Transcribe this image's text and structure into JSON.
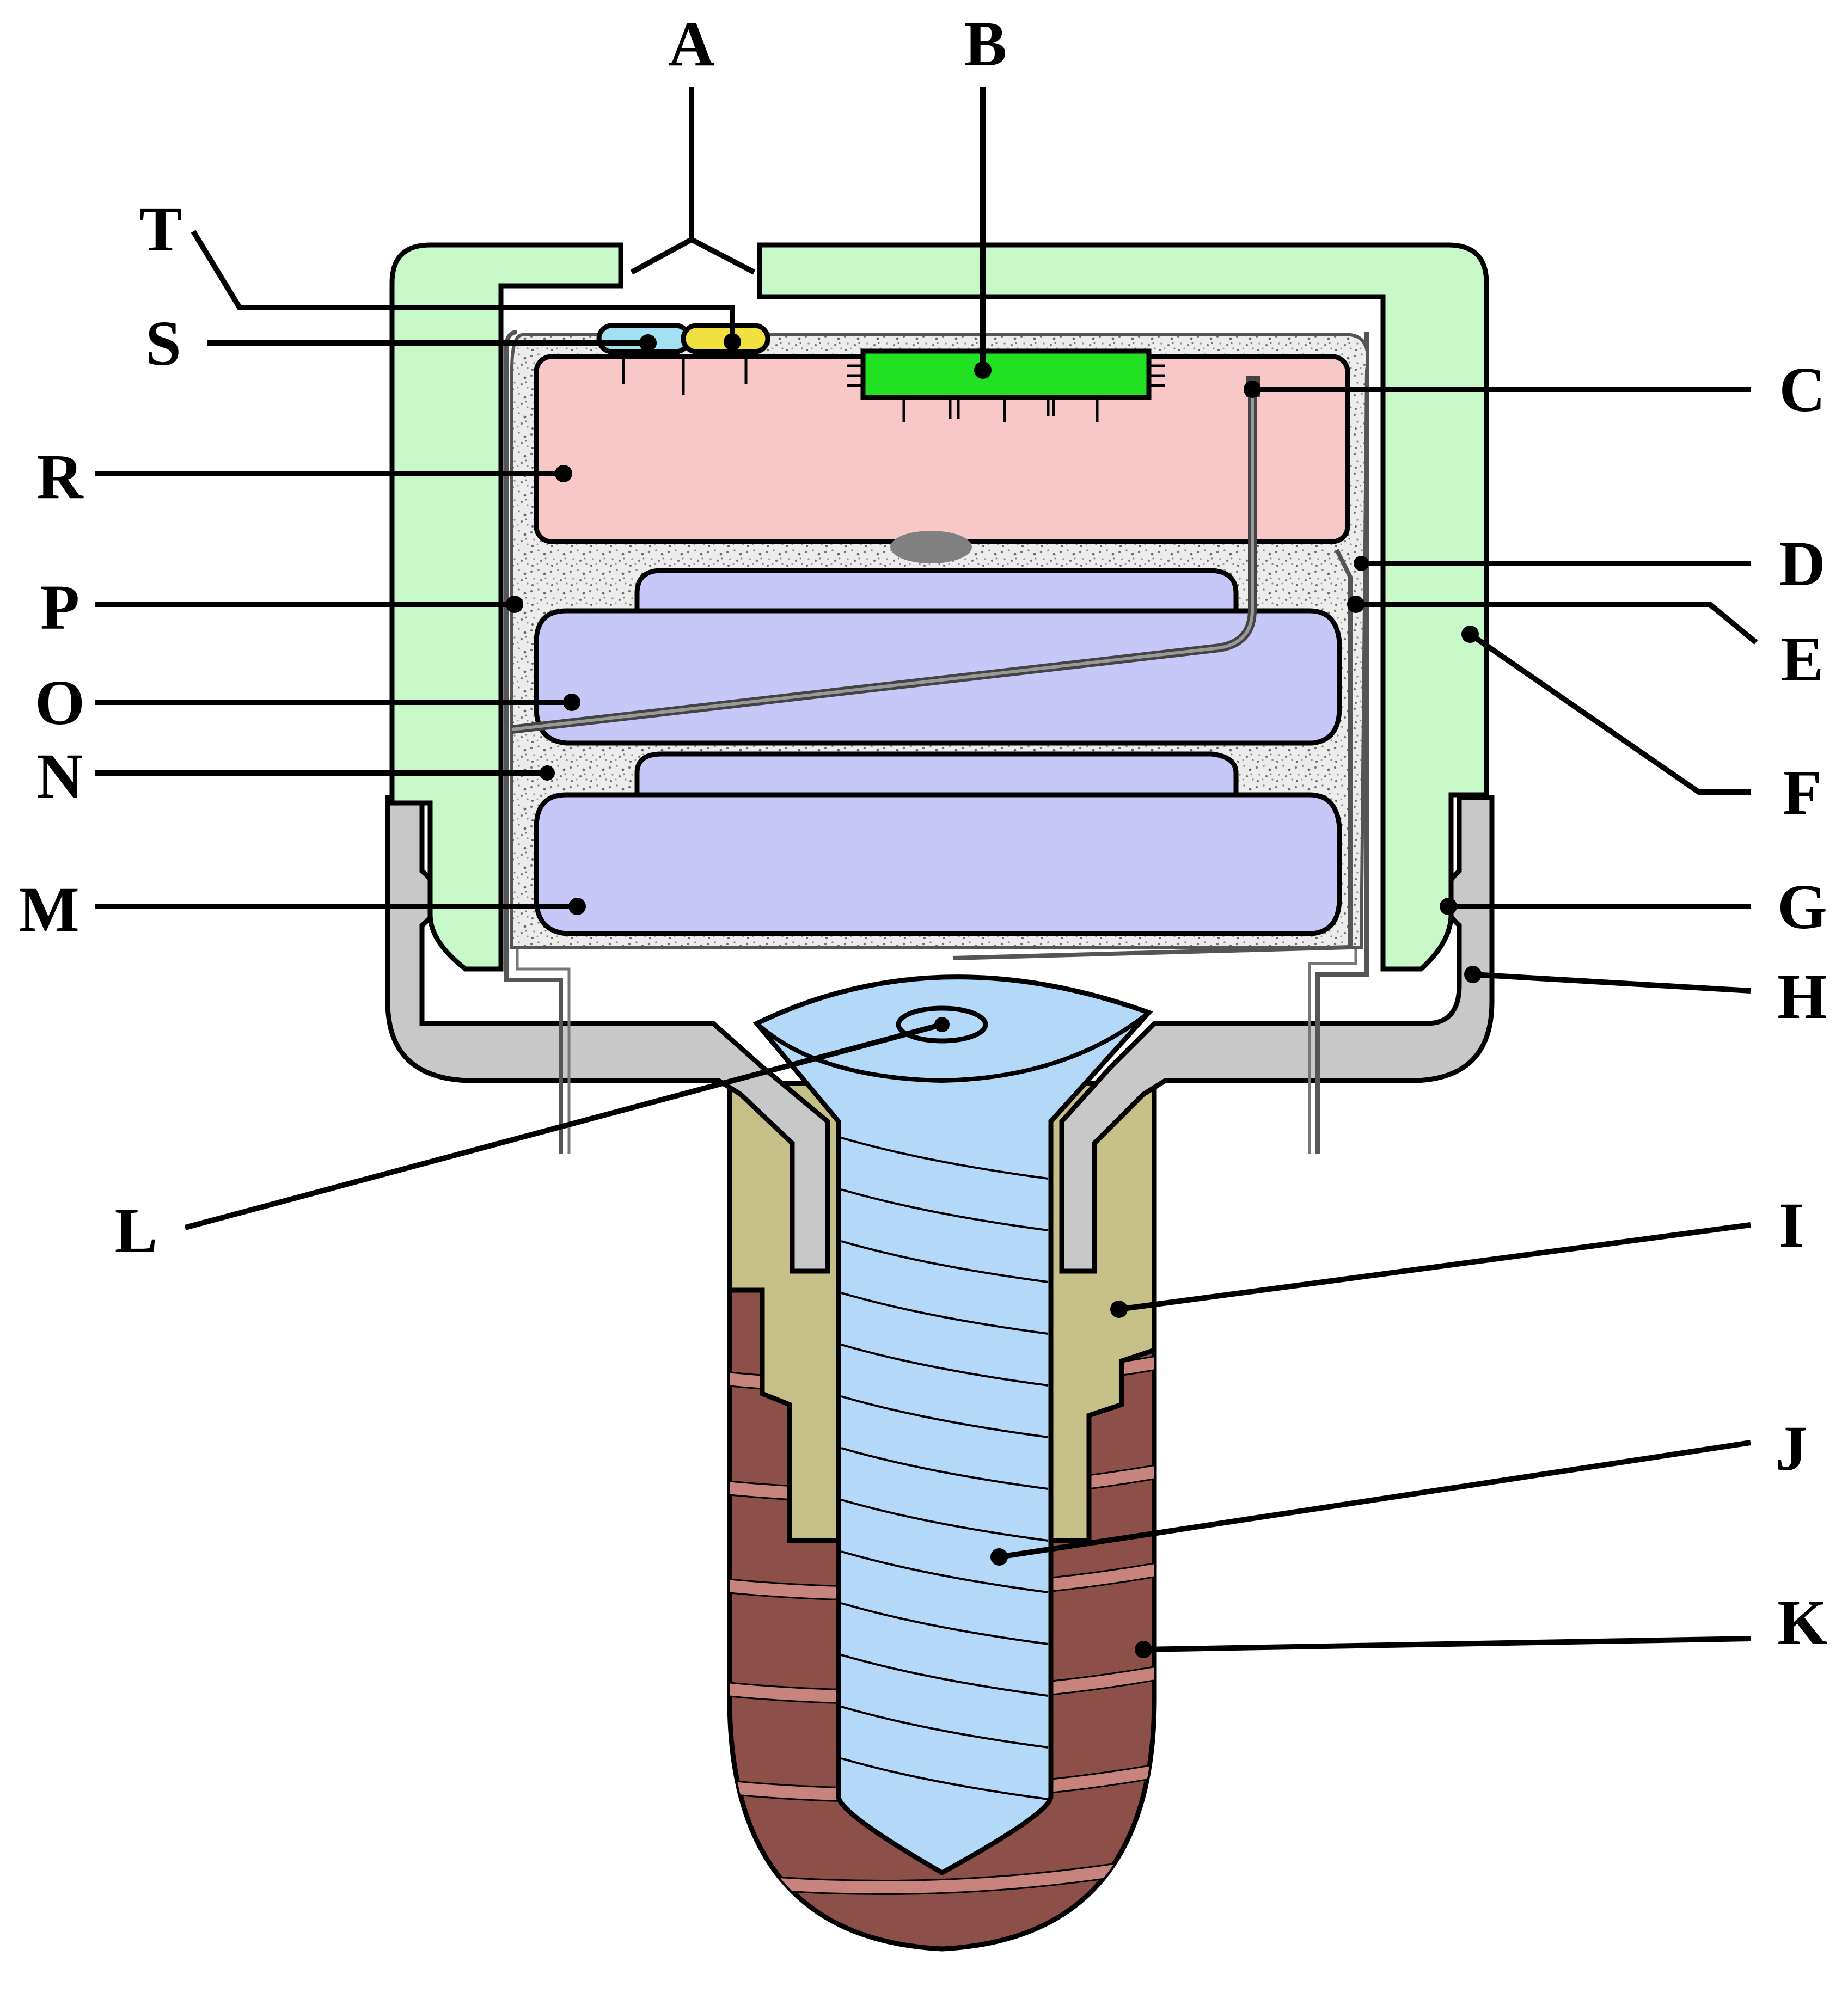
{
  "labels": {
    "A": "A",
    "B": "B",
    "C": "C",
    "D": "D",
    "E": "E",
    "F": "F",
    "G": "G",
    "H": "H",
    "I": "I",
    "J": "J",
    "K": "K",
    "L": "L",
    "M": "M",
    "N": "N",
    "O": "O",
    "P": "P",
    "R": "R",
    "S": "S",
    "T": "T"
  },
  "colors": {
    "outer_cap": "#c8f8c8",
    "circuit_board": "#f8c8c8",
    "chip": "#22e022",
    "battery": "#c8c8f8",
    "filler": "#e4e4e4",
    "metal": "#c8c8c8",
    "screw": "#b4d8f8",
    "sleeve": "#c4c088",
    "bone": "#8c5048",
    "bone_band": "#c8847c",
    "cap_blue": "#a0e0f0",
    "cap_yellow": "#f0e040",
    "marker": "#808080"
  }
}
